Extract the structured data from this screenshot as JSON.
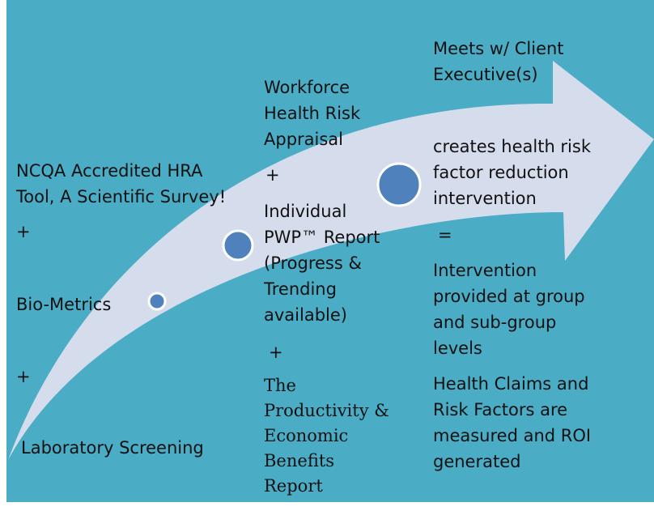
{
  "colors": {
    "background": "#4bacc6",
    "arrow": "#d5dcec",
    "dot_fill": "#4f81bd",
    "dot_stroke": "#ffffff",
    "text": "#111111"
  },
  "stage1": {
    "title": "NCQA Accredited  HRA\nTool, A Scientific Survey!",
    "plus1": "+",
    "biometrics": "Bio-Metrics",
    "plus2": "+",
    "lab": "Laboratory  Screening"
  },
  "stage2": {
    "workforce": "Workforce\nHealth Risk\nAppraisal",
    "plus1": "+",
    "individual": "Individual\nPWP™ Report\n(Progress &\nTrending\navailable)",
    "plus2": "+",
    "productivity": "The\nProductivity  &\nEconomic\nBenefits\nReport"
  },
  "stage3": {
    "meets": "Meets w/ Client\nExecutive(s)",
    "creates": "creates health risk\nfactor reduction\nintervention",
    "equals": "=",
    "intervention": "Intervention\nprovided at group\nand sub-group\nlevels",
    "claims": "Health Claims and\nRisk Factors are\nmeasured and ROI\ngenerated"
  }
}
